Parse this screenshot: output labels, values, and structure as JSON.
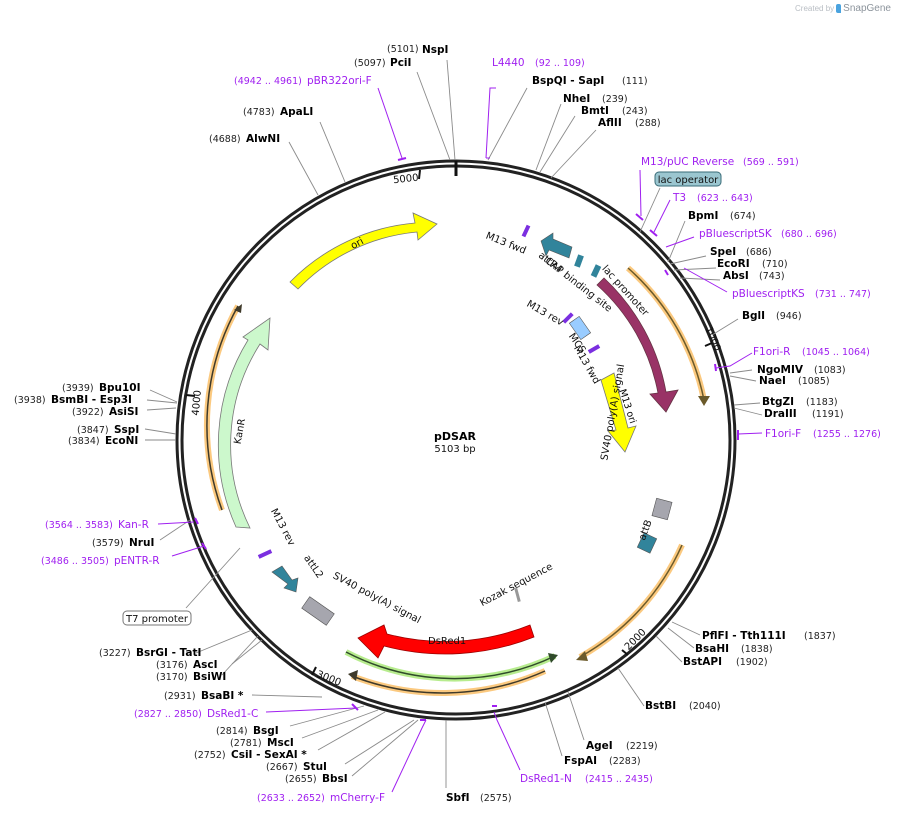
{
  "credit": {
    "prefix": "Created by",
    "brand": "SnapGene"
  },
  "plasmid": {
    "name": "pDSAR",
    "length_label": "5103 bp",
    "length_bp": 5103
  },
  "ruler": [
    {
      "label": "1000",
      "bp": 1000
    },
    {
      "label": "2000",
      "bp": 2000
    },
    {
      "label": "3000",
      "bp": 3000
    },
    {
      "label": "4000",
      "bp": 4000
    },
    {
      "label": "5000",
      "bp": 5000
    }
  ],
  "enzymes": [
    {
      "name": "NspI",
      "pos": "(5101)"
    },
    {
      "name": "PciI",
      "pos": "(5097)"
    },
    {
      "name": "ApaLI",
      "pos": "(4783)"
    },
    {
      "name": "AlwNI",
      "pos": "(4688)"
    },
    {
      "name": "BspQI  - SapI",
      "pos": "(111)"
    },
    {
      "name": "NheI",
      "pos": "(239)"
    },
    {
      "name": "BmtI",
      "pos": "(243)"
    },
    {
      "name": "AflII",
      "pos": "(288)"
    },
    {
      "name": "BpmI",
      "pos": "(674)"
    },
    {
      "name": "SpeI",
      "pos": "(686)"
    },
    {
      "name": "EcoRI",
      "pos": "(710)"
    },
    {
      "name": "AbsI",
      "pos": "(743)"
    },
    {
      "name": "BglI",
      "pos": "(946)"
    },
    {
      "name": "NgoMIV",
      "pos": "(1083)"
    },
    {
      "name": "NaeI",
      "pos": "(1085)"
    },
    {
      "name": "BtgZI",
      "pos": "(1183)"
    },
    {
      "name": "DraIII",
      "pos": "(1191)"
    },
    {
      "name": "PflFI  - Tth111I",
      "pos": "(1837)"
    },
    {
      "name": "BsaHI",
      "pos": "(1838)"
    },
    {
      "name": "BstAPI",
      "pos": "(1902)"
    },
    {
      "name": "BstBI",
      "pos": "(2040)"
    },
    {
      "name": "AgeI",
      "pos": "(2219)"
    },
    {
      "name": "FspAI",
      "pos": "(2283)"
    },
    {
      "name": "SbfI",
      "pos": "(2575)"
    },
    {
      "name": "BbsI",
      "pos": "(2655)"
    },
    {
      "name": "StuI",
      "pos": "(2667)"
    },
    {
      "name": "CsiI  - SexAI *",
      "pos": "(2752)"
    },
    {
      "name": "MscI",
      "pos": "(2781)"
    },
    {
      "name": "BsgI",
      "pos": "(2814)"
    },
    {
      "name": "BsaBI *",
      "pos": "(2931)"
    },
    {
      "name": "BsiWI",
      "pos": "(3170)"
    },
    {
      "name": "AscI",
      "pos": "(3176)"
    },
    {
      "name": "BsrGI  - TatI",
      "pos": "(3227)"
    },
    {
      "name": "NruI",
      "pos": "(3579)"
    },
    {
      "name": "EcoNI",
      "pos": "(3834)"
    },
    {
      "name": "SspI",
      "pos": "(3847)"
    },
    {
      "name": "AsiSI",
      "pos": "(3922)"
    },
    {
      "name": "BsmBI  - Esp3I",
      "pos": "(3938)"
    },
    {
      "name": "Bpu10I",
      "pos": "(3939)"
    }
  ],
  "primers": [
    {
      "name": "L4440",
      "range": "(92 .. 109)"
    },
    {
      "name": "pBR322ori-F",
      "range": "(4942 .. 4961)"
    },
    {
      "name": "M13/pUC Reverse",
      "range": "(569 .. 591)"
    },
    {
      "name": "T3",
      "range": "(623 .. 643)"
    },
    {
      "name": "pBluescriptSK",
      "range": "(680 .. 696)"
    },
    {
      "name": "pBluescriptKS",
      "range": "(731 .. 747)"
    },
    {
      "name": "F1ori-R",
      "range": "(1045 .. 1064)"
    },
    {
      "name": "F1ori-F",
      "range": "(1255 .. 1276)"
    },
    {
      "name": "DsRed1-N",
      "range": "(2415 .. 2435)"
    },
    {
      "name": "mCherry-F",
      "range": "(2633 .. 2652)"
    },
    {
      "name": "DsRed1-C",
      "range": "(2827 .. 2850)"
    },
    {
      "name": "pENTR-R",
      "range": "(3486 .. 3505)"
    },
    {
      "name": "Kan-R",
      "range": "(3564 .. 3583)"
    }
  ],
  "boxed_labels": {
    "lac_operator": "lac operator",
    "t7_promoter": "T7 promoter"
  },
  "features": {
    "ori": "ori",
    "kanr": "KanR",
    "lacz": "lacZα",
    "m13_ori": "M13 ori",
    "dsred1": "DsRed1",
    "m13_fwd_1": "M13 fwd",
    "attr4": "attR4",
    "cap": "CAP binding site",
    "lac_promoter": "lac promoter",
    "m13_rev_1": "M13 rev",
    "mcs": "MCS",
    "m13_fwd_2": "M13 fwd",
    "sv40_1": "SV40 poly(A) signal",
    "attb": "attB",
    "kozak": "Kozak sequence",
    "m13_rev_2": "M13 rev",
    "attl2": "attL2",
    "sv40_2": "SV40 poly(A) signal"
  },
  "colors": {
    "backbone": "#222222",
    "primer": "#a020f0",
    "ori": "#ffff00",
    "kanr": "#ccf8cc",
    "lacz": "#993366",
    "dsred": "#ff0000",
    "att": "#31849b",
    "polyA": "#a6a6ae",
    "mcs": "#99ccff",
    "orf_orange": "#fbc97f",
    "orf_green": "#b7ec8e"
  }
}
